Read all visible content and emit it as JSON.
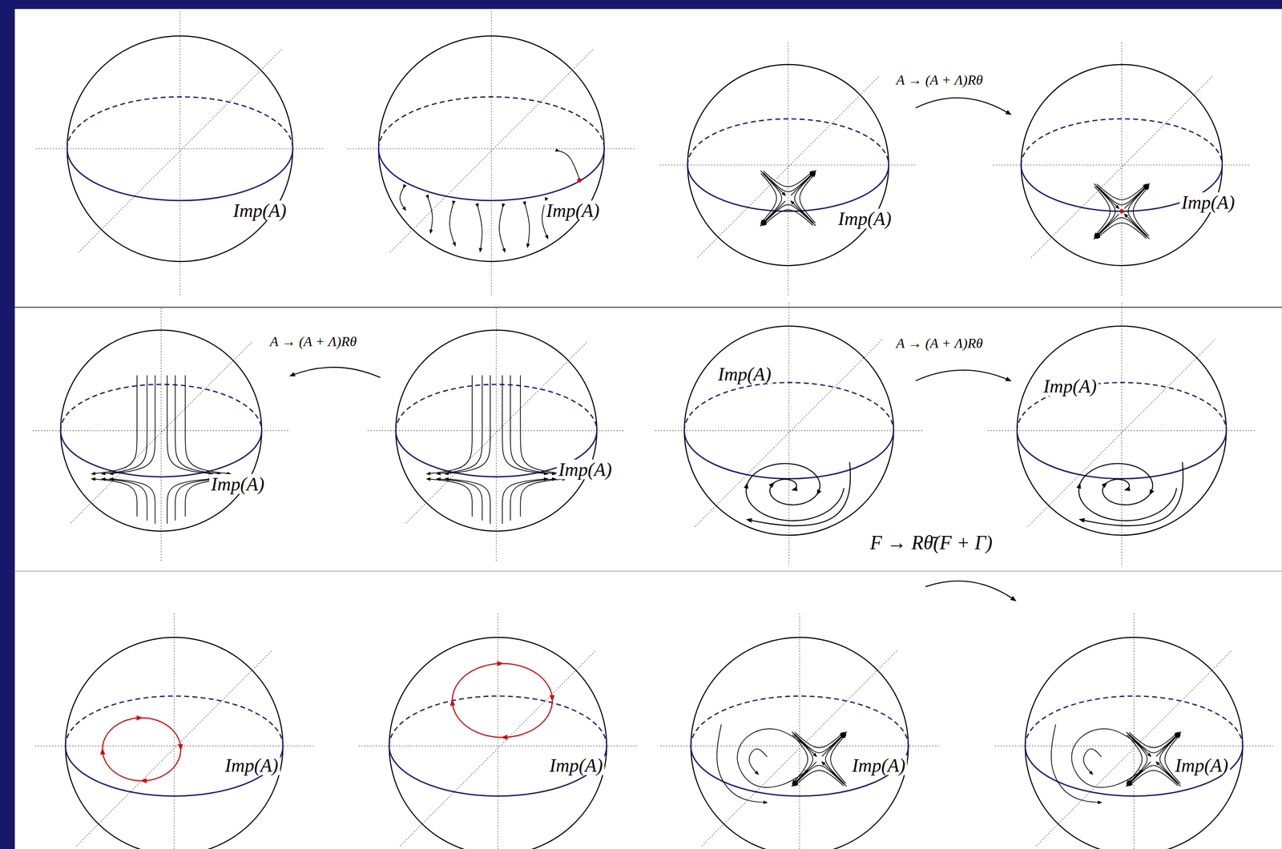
{
  "diagram": {
    "labels": [
      "Imp(A)",
      "Imp(A)",
      "A → (A + Λ)Rθ",
      "Imp(A)",
      "Imp(A)",
      "A → (A + Λ)Rθ",
      "Imp(A)",
      "Imp(A)",
      "Imp(A)",
      "A → (A + Λ)Rθ",
      "Imp(A)",
      "Imp(A)",
      "Imp(A)",
      "F → Rθ̄(F + Γ)",
      "Imp(A)",
      "Imp(A)"
    ]
  }
}
